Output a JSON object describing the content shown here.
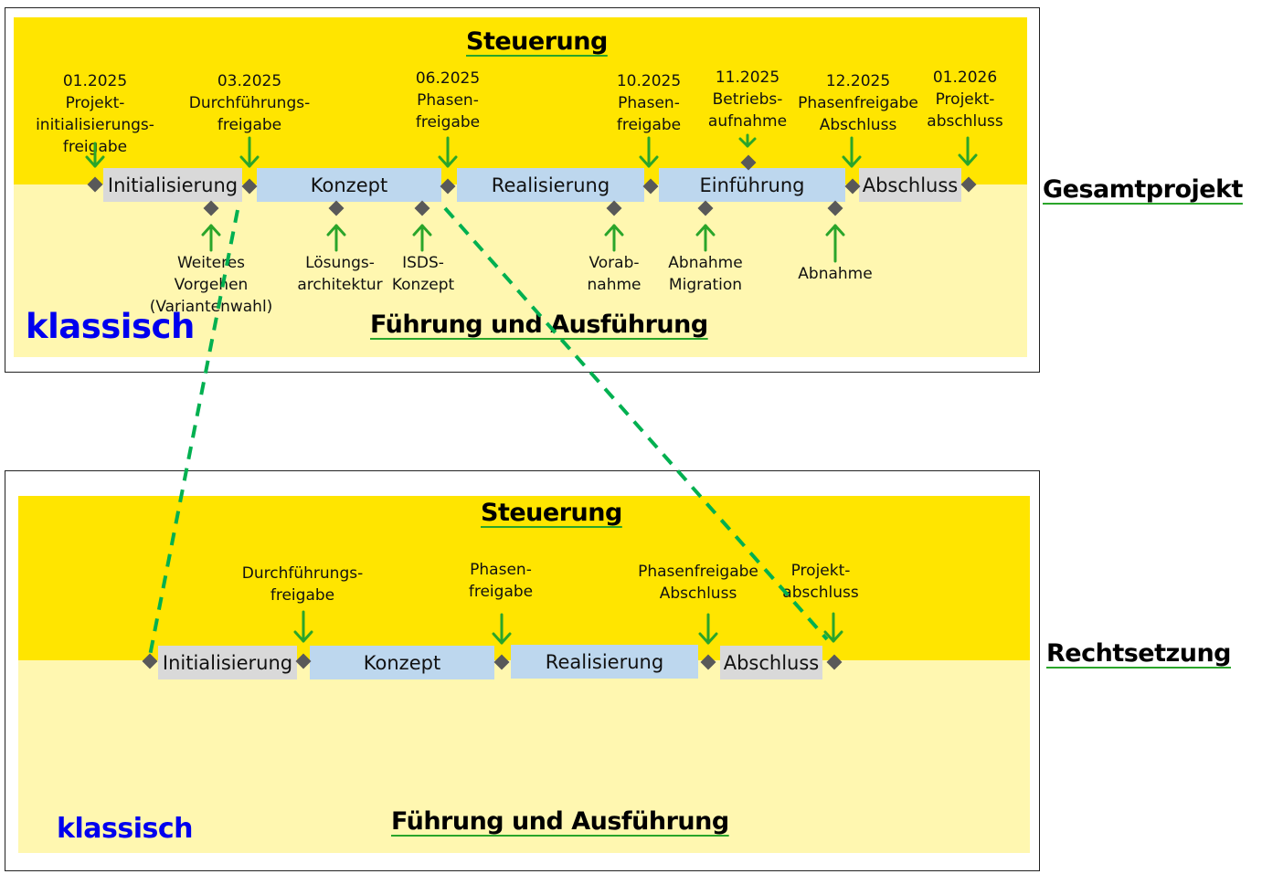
{
  "diagrams": [
    {
      "side_label": "Gesamtprojekt",
      "top_title": "Steuerung",
      "bottom_title": "Führung und Ausführung",
      "method_label": "klassisch",
      "phases": [
        {
          "label": "Initialisierung",
          "style": "grey"
        },
        {
          "label": "Konzept",
          "style": "blue"
        },
        {
          "label": "Realisierung",
          "style": "blue"
        },
        {
          "label": "Einführung",
          "style": "blue"
        },
        {
          "label": "Abschluss",
          "style": "grey"
        }
      ],
      "milestones_top": [
        {
          "date": "01.2025",
          "text": "Projekt-\ninitialisierungs-\nfreigabe"
        },
        {
          "date": "03.2025",
          "text": "Durchführungs-\nfreigabe"
        },
        {
          "date": "06.2025",
          "text": "Phasen-\nfreigabe"
        },
        {
          "date": "10.2025",
          "text": "Phasen-\nfreigabe"
        },
        {
          "date": "11.2025",
          "text": "Betriebs-\naufnahme"
        },
        {
          "date": "12.2025",
          "text": "Phasenfreigabe\nAbschluss"
        },
        {
          "date": "01.2026",
          "text": "Projekt-\nabschluss"
        }
      ],
      "milestones_bottom": [
        {
          "text": "Weiteres\nVorgehen\n(Variantenwahl)"
        },
        {
          "text": "Lösungs-\narchitektur"
        },
        {
          "text": "ISDS-\nKonzept"
        },
        {
          "text": "Vorab-\nnahme"
        },
        {
          "text": "Abnahme\nMigration"
        },
        {
          "text": "Abnahme"
        }
      ]
    },
    {
      "side_label": "Rechtsetzung",
      "top_title": "Steuerung",
      "bottom_title": "Führung und Ausführung",
      "method_label": "klassisch",
      "phases": [
        {
          "label": "Initialisierung",
          "style": "grey"
        },
        {
          "label": "Konzept",
          "style": "blue"
        },
        {
          "label": "Realisierung",
          "style": "blue"
        },
        {
          "label": "Abschluss",
          "style": "grey"
        }
      ],
      "milestones_top": [
        {
          "text": "Durchführungs-\nfreigabe"
        },
        {
          "text": "Phasen-\nfreigabe"
        },
        {
          "text": "Phasenfreigabe\nAbschluss"
        },
        {
          "text": "Projekt-\nabschluss"
        }
      ]
    }
  ],
  "colors": {
    "steuerung_band": "#FFE500",
    "ausfuehrung_band": "#FFF7B0",
    "arrow": "#2AA52A",
    "dashed_link": "#00B050",
    "diamond": "#595959",
    "method_label": "#0000EE"
  }
}
